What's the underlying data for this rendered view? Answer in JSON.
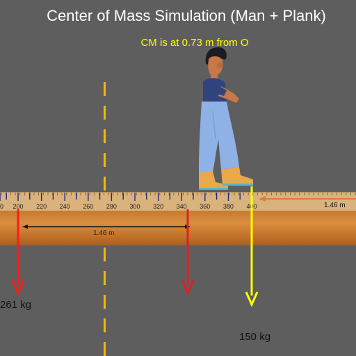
{
  "title": "Center of Mass Simulation (Man + Plank)",
  "cm_text": "CM is at 0.73 m from O",
  "ruler": {
    "ticks": [
      "0",
      "200",
      "220",
      "240",
      "260",
      "280",
      "300",
      "320",
      "340",
      "360",
      "380",
      "400"
    ]
  },
  "plank_length_label": "1.46 m",
  "plank_length_label_right": "1.46 m",
  "mass_left": "261 kg",
  "mass_right": "150 kg",
  "colors": {
    "background": "#5e5e5e",
    "cm_text": "#ffff00",
    "left_arrow": "#ff1a1a",
    "cm_arrow": "#d62424",
    "right_arrow": "#ffff00",
    "axis_line": "#f5b800"
  },
  "figure": {
    "icon": "standing-man-icon"
  }
}
